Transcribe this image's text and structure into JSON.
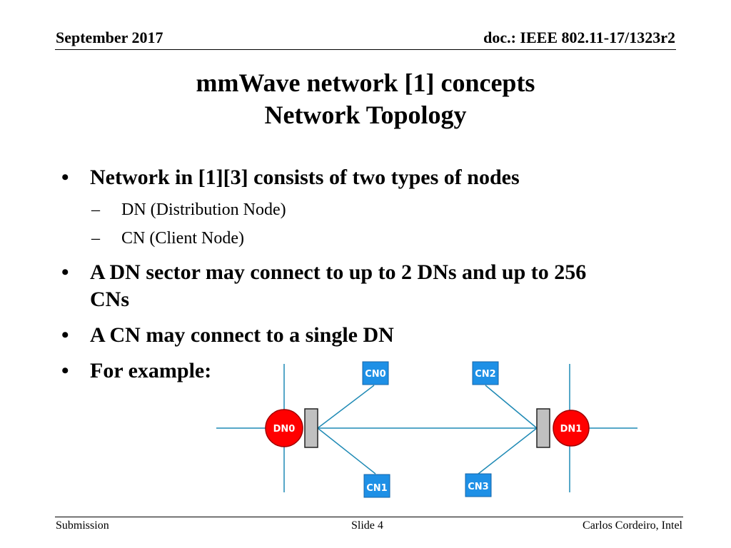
{
  "header": {
    "date": "September 2017",
    "doc": "doc.: IEEE 802.11-17/1323r2"
  },
  "title": {
    "line1": "mmWave network [1] concepts",
    "line2": "Network Topology"
  },
  "bullets": [
    {
      "text": "Network in [1][3] consists of two types of nodes",
      "sub": [
        "DN (Distribution Node)",
        "CN (Client Node)"
      ]
    },
    {
      "text_line1": "A DN sector may connect to up to 2 DNs and up to 256",
      "text_line2": "CNs"
    },
    {
      "text": "A CN may connect to a single DN"
    },
    {
      "text": "For example:"
    }
  ],
  "diagram": {
    "dn_nodes": [
      "DN0",
      "DN1"
    ],
    "cn_nodes": [
      "CN0",
      "CN1",
      "CN2",
      "CN3"
    ],
    "colors": {
      "dn": "#ff0000",
      "cn": "#1e90e6",
      "link": "#1f8ab5",
      "sector": "#c0c0c0"
    }
  },
  "footer": {
    "left": "Submission",
    "center": "Slide 4",
    "right": "Carlos Cordeiro, Intel"
  }
}
